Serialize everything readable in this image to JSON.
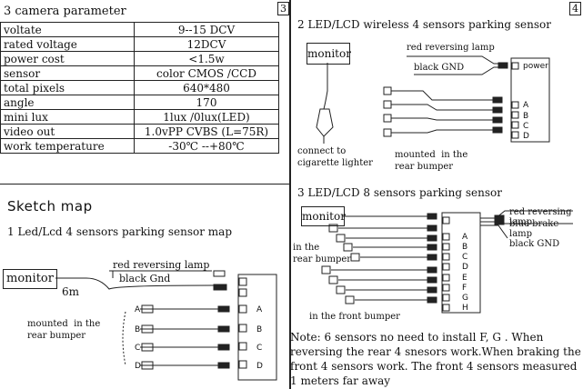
{
  "section3_title": "3  camera parameter",
  "page_num_a": "3",
  "page_num_b": "4",
  "params": [
    {
      "name": "voltate",
      "value": "9--15 DCV"
    },
    {
      "name": "rated voltage",
      "value": "12DCV"
    },
    {
      "name": "power  cost",
      "value": "<1.5w"
    },
    {
      "name": "sensor",
      "value": "color  CMOS /CCD"
    },
    {
      "name": "total  pixels",
      "value": "640*480"
    },
    {
      "name": "angle",
      "value": "170"
    },
    {
      "name": "mini lux",
      "value": "1lux /0lux(LED)"
    },
    {
      "name": "video out",
      "value": "1.0vPP CVBS  (L=75R)"
    },
    {
      "name": "work  temperature",
      "value": "-30℃ --+80℃"
    }
  ],
  "sketch_title": "Sketch   map",
  "diagram1": {
    "title": "1  Led/Lcd 4 sensors parking sensor  map",
    "monitor": "monitor",
    "cable_len": "6m",
    "lamp": "red  reversing lamp",
    "gnd": "black  Gnd",
    "mounted": "mounted  in the\nrear bumper",
    "ports": [
      "A",
      "B",
      "C",
      "D"
    ]
  },
  "diagram2": {
    "title": "2 LED/LCD wireless 4 sensors parking sensor",
    "monitor": "monitor",
    "lamp": "red reversing lamp",
    "gnd": "black   GND",
    "power": "power",
    "connect": "connect to\ncigarette lighter",
    "mounted": "mounted  in the\nrear bumper",
    "ports": [
      "A",
      "B",
      "C",
      "D"
    ]
  },
  "diagram3": {
    "title": "3 LED/LCD 8 sensors parking sensor",
    "monitor": "monitor",
    "lamp": "red reversing lamp",
    "brake": "blue  brake lamp",
    "gnd": "black    GND",
    "rear": "in the\nrear bumper",
    "front": "in  the front bumper",
    "ports": [
      "A",
      "B",
      "C",
      "D",
      "E",
      "F",
      "G",
      "H"
    ]
  },
  "note": "Note:   6  sensors no need to install F, G . When reversing  the  rear 4 snesors work.When braking  the front 4 sensors work. The front 4 sensors measured 1 meters far away"
}
